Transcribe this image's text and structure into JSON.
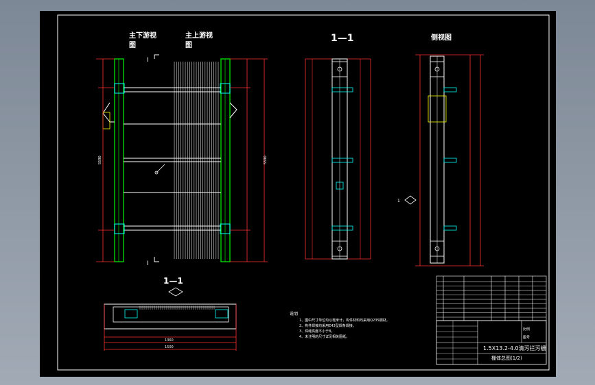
{
  "drawing": {
    "view_labels": {
      "front_left_line1": "主下游视",
      "front_left_line2": "图",
      "front_right_line1": "主上游视",
      "front_right_line2": "图",
      "section_a": "1—1",
      "side": "侧视图",
      "plan": "1—1"
    },
    "section_marks": {
      "mark_top": "I",
      "mark_bottom": "I",
      "mark_side": "1"
    },
    "notes": {
      "heading": "说明",
      "items": [
        "1、图中尺寸单位均以毫米计，构件材料均采用Q235钢材。",
        "2、构件焊接均采用E43型焊条焊接。",
        "3、焊缝高度不小于8。",
        "4、未注明的尺寸详见相关图纸。"
      ]
    },
    "title_block": {
      "project": "1.5X13.2-4.0清污拦污栅",
      "drawing_name": "栅体总图(1/2)",
      "scale_label": "比例",
      "sheet_label": "图号"
    },
    "dimensions": {
      "front_right_total": "5590",
      "front_left_total": "5590",
      "plan_total": "1500",
      "plan_inner": "1360"
    }
  }
}
